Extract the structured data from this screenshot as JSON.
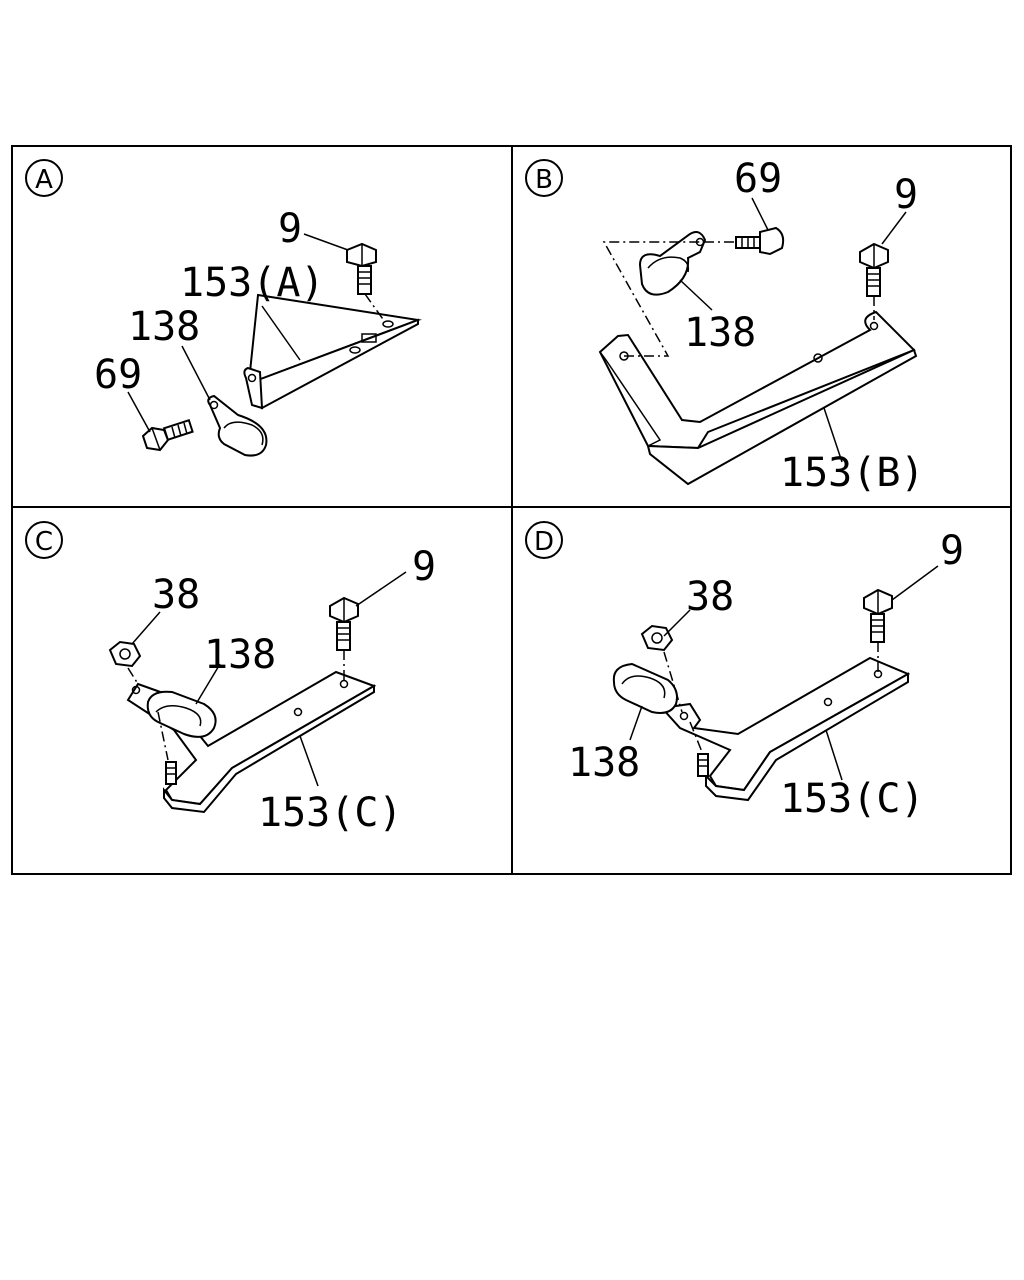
{
  "panels": [
    {
      "id": "A",
      "parts": {
        "bolt": "9",
        "bracket": "153(A)",
        "clip": "138",
        "bolt_small": "69"
      }
    },
    {
      "id": "B",
      "parts": {
        "bolt_small": "69",
        "bolt": "9",
        "clip": "138",
        "bracket": "153(B)"
      }
    },
    {
      "id": "C",
      "parts": {
        "nut": "38",
        "bolt": "9",
        "clip": "138",
        "bracket": "153(C)"
      }
    },
    {
      "id": "D",
      "parts": {
        "nut": "38",
        "bolt": "9",
        "clip": "138",
        "bracket": "153(C)"
      }
    }
  ]
}
